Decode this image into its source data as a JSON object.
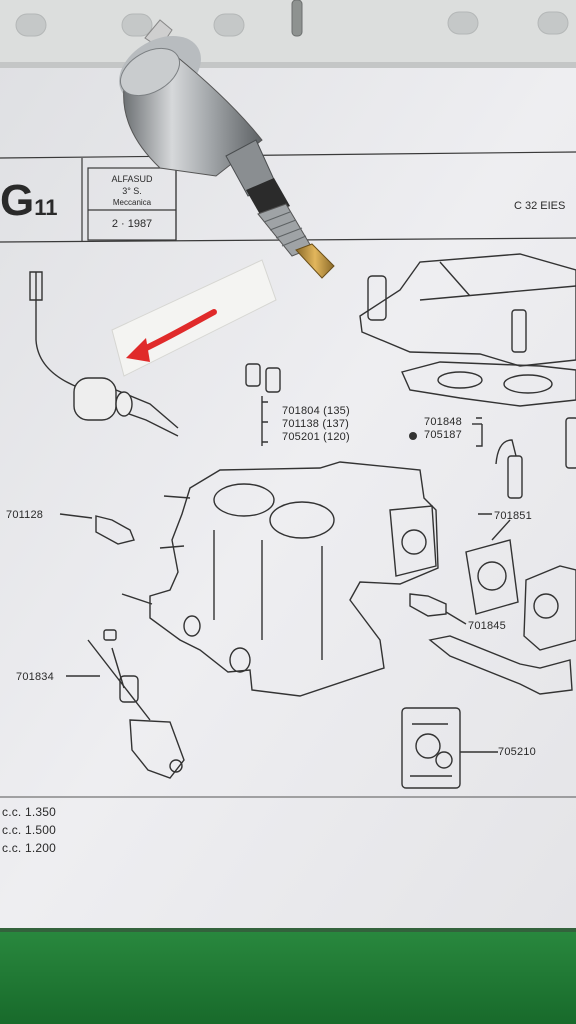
{
  "header": {
    "plate_letter": "G",
    "plate_number": "11",
    "model": "ALFASUD",
    "series": "3° S.",
    "category": "Meccanica",
    "date": "2 · 1987",
    "carburetor": "C 32 EIES"
  },
  "parts": {
    "p701804": "701804 (135)",
    "p701138": "701138 (137)",
    "p705201": "705201 (120)",
    "p701848": "701848",
    "p705187": "705187",
    "p701128": "701128",
    "p701851": "701851",
    "p701845": "701845",
    "p701834": "701834",
    "p705210": "705210"
  },
  "engines": [
    "c.c. 1.350",
    "c.c. 1.500",
    "c.c. 1.200"
  ],
  "colors": {
    "paper": "#e9e9ec",
    "binder": "#dcdedd",
    "green_surface": "#1f7a34",
    "red_arrow": "#e02a2a",
    "metal": "#9ea2a5"
  }
}
